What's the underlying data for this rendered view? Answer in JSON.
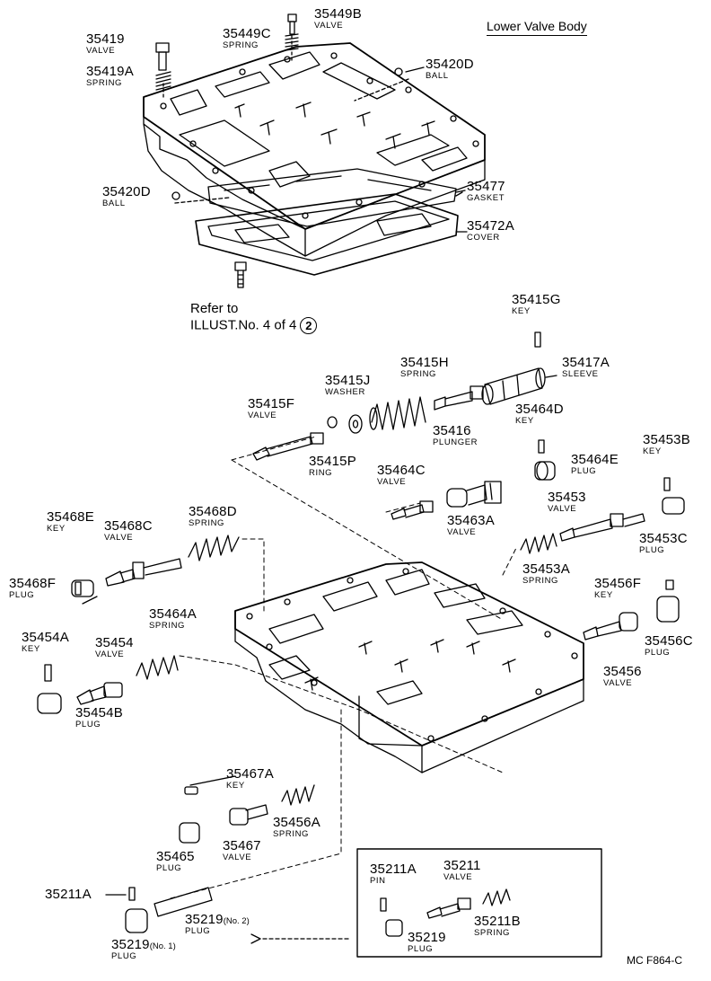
{
  "title": "Lower Valve Body",
  "refer": {
    "line1": "Refer to",
    "line2": "ILLUST.No. 4 of 4",
    "circle": "2"
  },
  "footer": "MC F864-C",
  "callouts": [
    {
      "num": "35419",
      "name": "VALVE"
    },
    {
      "num": "35419A",
      "name": "SPRING"
    },
    {
      "num": "35449C",
      "name": "SPRING"
    },
    {
      "num": "35449B",
      "name": "VALVE"
    },
    {
      "num": "35420D",
      "name": "BALL"
    },
    {
      "num": "35420D",
      "name": "BALL"
    },
    {
      "num": "35477",
      "name": "GASKET"
    },
    {
      "num": "35472A",
      "name": "COVER"
    },
    {
      "num": "35415G",
      "name": "KEY"
    },
    {
      "num": "35415H",
      "name": "SPRING"
    },
    {
      "num": "35417A",
      "name": "SLEEVE"
    },
    {
      "num": "35415J",
      "name": "WASHER"
    },
    {
      "num": "35415F",
      "name": "VALVE"
    },
    {
      "num": "35416",
      "name": "PLUNGER"
    },
    {
      "num": "35415P",
      "name": "RING"
    },
    {
      "num": "35464D",
      "name": "KEY"
    },
    {
      "num": "35464E",
      "name": "PLUG"
    },
    {
      "num": "35453B",
      "name": "KEY"
    },
    {
      "num": "35464C",
      "name": "VALVE"
    },
    {
      "num": "35463A",
      "name": "VALVE"
    },
    {
      "num": "35453",
      "name": "VALVE"
    },
    {
      "num": "35453C",
      "name": "PLUG"
    },
    {
      "num": "35453A",
      "name": "SPRING"
    },
    {
      "num": "35468E",
      "name": "KEY"
    },
    {
      "num": "35468C",
      "name": "VALVE"
    },
    {
      "num": "35468D",
      "name": "SPRING"
    },
    {
      "num": "35468F",
      "name": "PLUG"
    },
    {
      "num": "35456F",
      "name": "KEY"
    },
    {
      "num": "35456C",
      "name": "PLUG"
    },
    {
      "num": "35464A",
      "name": "SPRING"
    },
    {
      "num": "35454A",
      "name": "KEY"
    },
    {
      "num": "35454",
      "name": "VALVE"
    },
    {
      "num": "35454B",
      "name": "PLUG"
    },
    {
      "num": "35456",
      "name": "VALVE"
    },
    {
      "num": "35467A",
      "name": "KEY"
    },
    {
      "num": "35456A",
      "name": "SPRING"
    },
    {
      "num": "35465",
      "name": "PLUG"
    },
    {
      "num": "35467",
      "name": "VALVE"
    },
    {
      "num": "35211A",
      "name": "PIN"
    },
    {
      "num": "35211",
      "name": "VALVE"
    },
    {
      "num": "35211A",
      "name": ""
    },
    {
      "num": "35211B",
      "name": "SPRING"
    },
    {
      "num": "35219",
      "name": "PLUG"
    },
    {
      "num": "35219",
      "name": "PLUG",
      "suffix": "(No. 2)"
    },
    {
      "num": "35219",
      "name": "PLUG",
      "suffix": "(No. 1)"
    }
  ]
}
